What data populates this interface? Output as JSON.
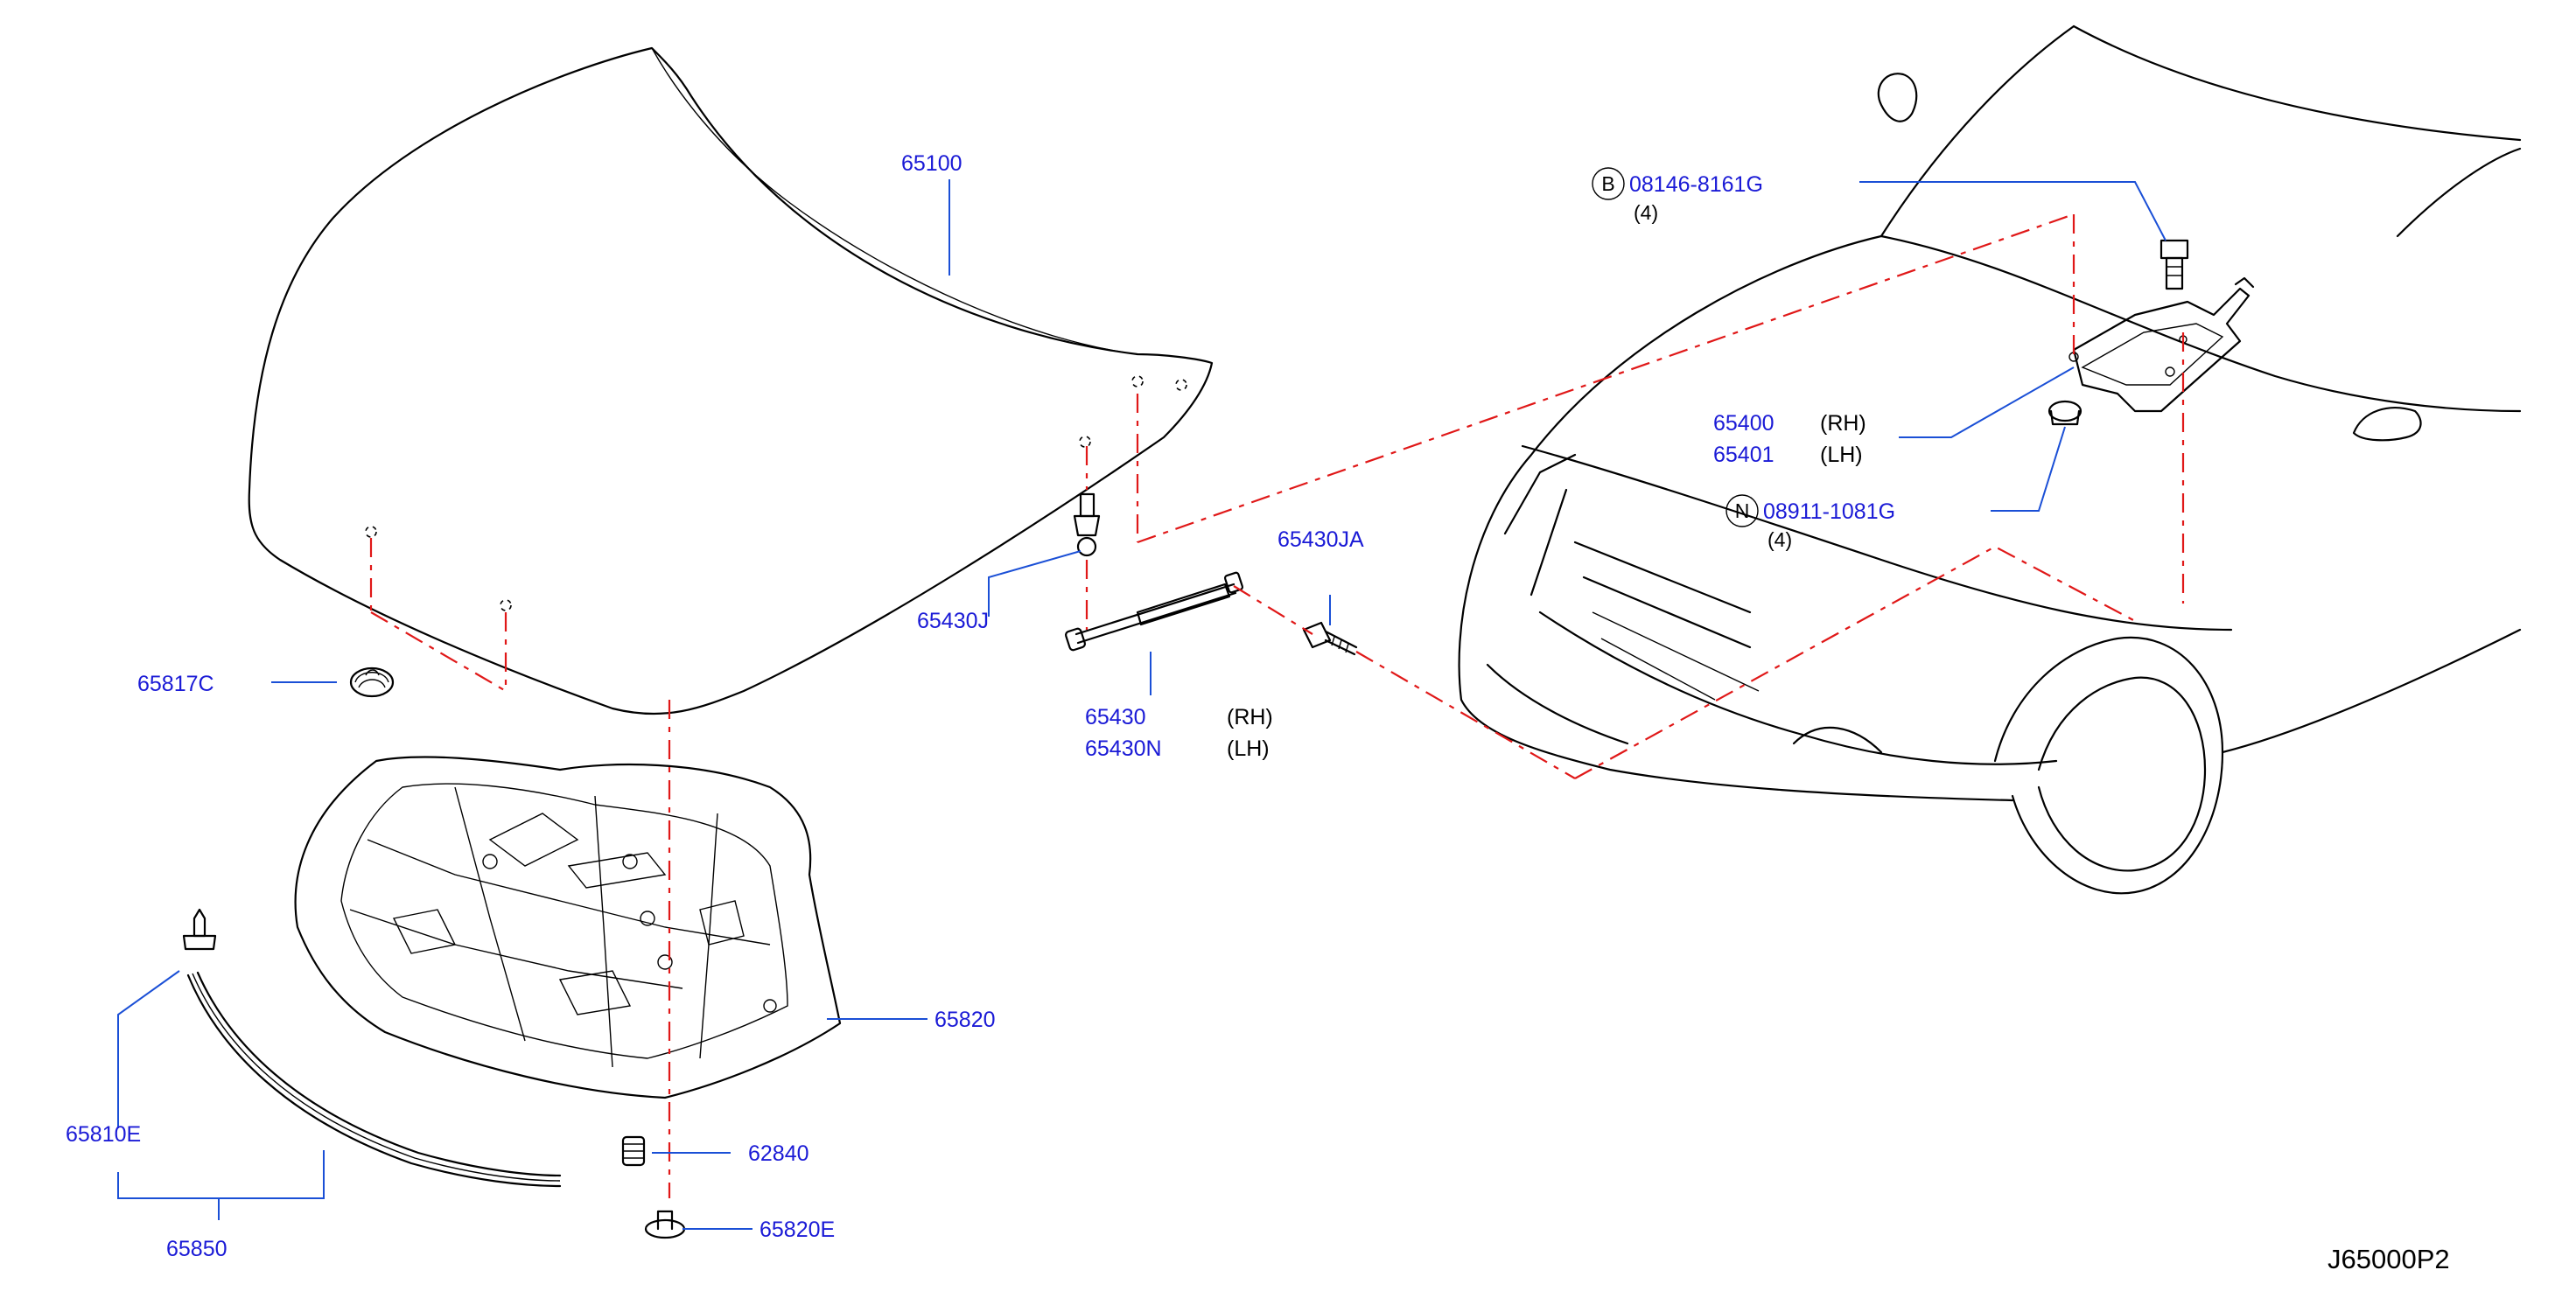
{
  "diagram_code": "J65000P2",
  "callouts": {
    "hood": "65100",
    "hinge_rh": "65400",
    "hinge_lh": "65401",
    "hinge_bolt": "08146-8161G",
    "hinge_nut": "08911-1081G",
    "stud_upper": "65430J",
    "stud_lower": "65430JA",
    "stay_rh": "65430",
    "stay_lh": "65430N",
    "bumper": "65817C",
    "insulator": "65820",
    "clip_insulator": "65820E",
    "seal_clip": "65810E",
    "seal": "65850",
    "rubber": "62840"
  },
  "sides": {
    "rh": "(RH)",
    "lh": "(LH)"
  },
  "quantities": {
    "bolt": "(4)",
    "nut": "(4)"
  },
  "letters": {
    "bolt": "B",
    "nut": "N"
  },
  "colors": {
    "callout": "#1a1ad6",
    "leader": "#1a4fd6",
    "reference_line": "#e01818",
    "line_art": "#000000"
  }
}
